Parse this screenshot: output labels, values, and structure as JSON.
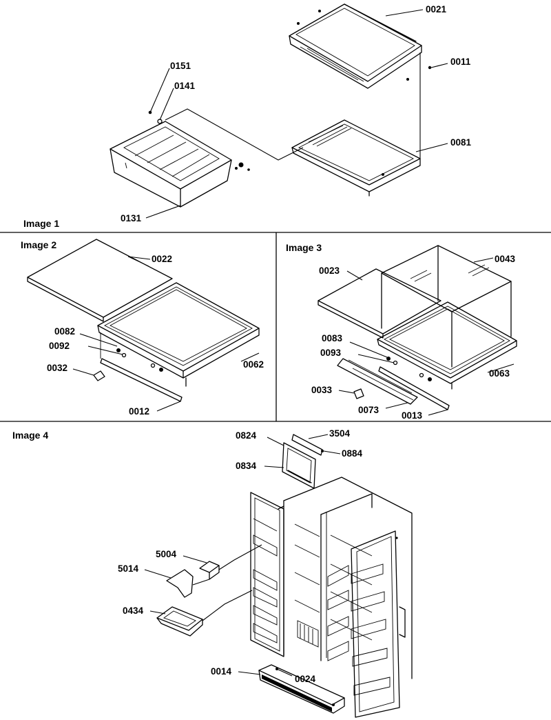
{
  "panels": [
    {
      "title": "Image 1",
      "parts": [
        "0021",
        "0011",
        "0151",
        "0141",
        "0081",
        "0131"
      ]
    },
    {
      "title": "Image 2",
      "parts": [
        "0022",
        "0082",
        "0092",
        "0032",
        "0062",
        "0012"
      ]
    },
    {
      "title": "Image 3",
      "parts": [
        "0023",
        "0043",
        "0083",
        "0093",
        "0033",
        "0063",
        "0073",
        "0013"
      ]
    },
    {
      "title": "Image 4",
      "parts": [
        "0824",
        "3504",
        "0884",
        "0834",
        "5004",
        "5014",
        "0434",
        "0014",
        "0024"
      ]
    }
  ],
  "colors": {
    "line": "#000000",
    "background": "#ffffff"
  }
}
